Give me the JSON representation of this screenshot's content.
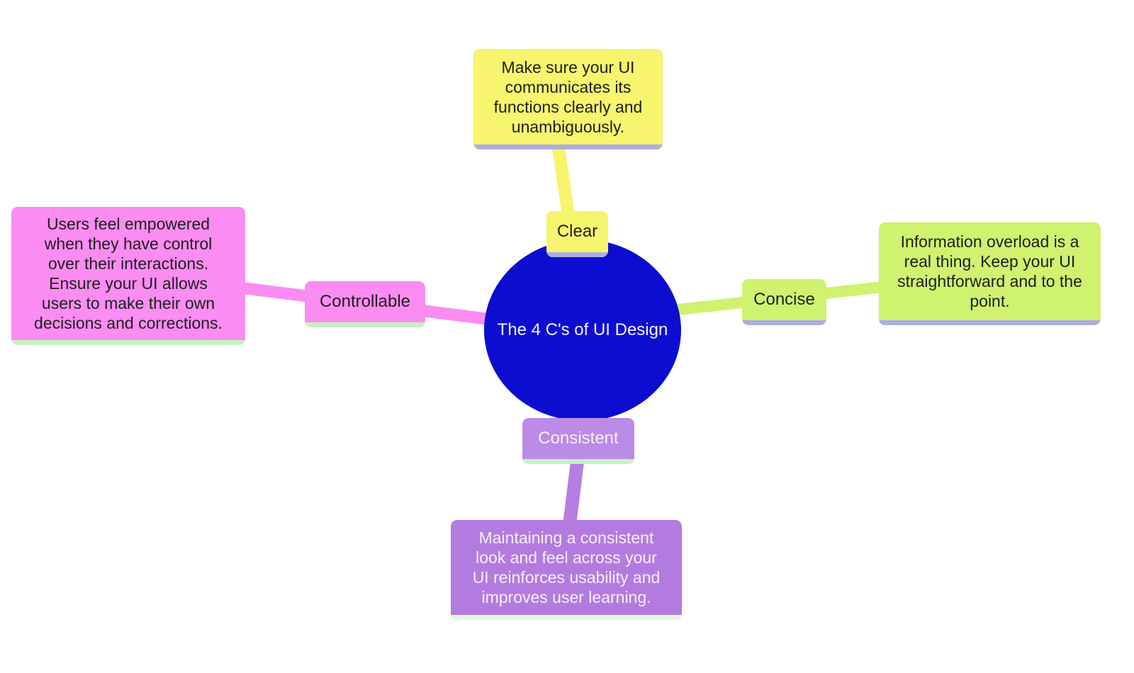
{
  "center": {
    "title": "The 4 C's of UI Design"
  },
  "branches": [
    {
      "label": "Clear",
      "description": "Make sure your UI\ncommunicates its\nfunctions clearly and\nunambiguously."
    },
    {
      "label": "Concise",
      "description": "Information overload is a\nreal thing. Keep your UI\nstraightforward and to the\npoint."
    },
    {
      "label": "Consistent",
      "description": "Maintaining a consistent\nlook and feel across your\nUI reinforces usability and\nimproves user learning."
    },
    {
      "label": "Controllable",
      "description": "Users feel empowered\nwhen they have control\nover their interactions.\nEnsure your UI allows\nusers to make their own\ndecisions and corrections."
    }
  ],
  "colors": {
    "center_fill": "#0D0DD2",
    "clear_fill": "#F6F56D",
    "concise_fill": "#CFF26F",
    "consistent_label_fill": "#BB8BE7",
    "consistent_box_fill": "#B37BE0",
    "consistent_connector": "#B57EE1",
    "controllable_fill": "#FB8CF1",
    "strip_lavender": "#AEACE3",
    "strip_green": "#C9EFC5",
    "strip_pale": "#E2F6DD",
    "text_dark": "#1E1E1E",
    "text_light": "#F5EFFA"
  }
}
